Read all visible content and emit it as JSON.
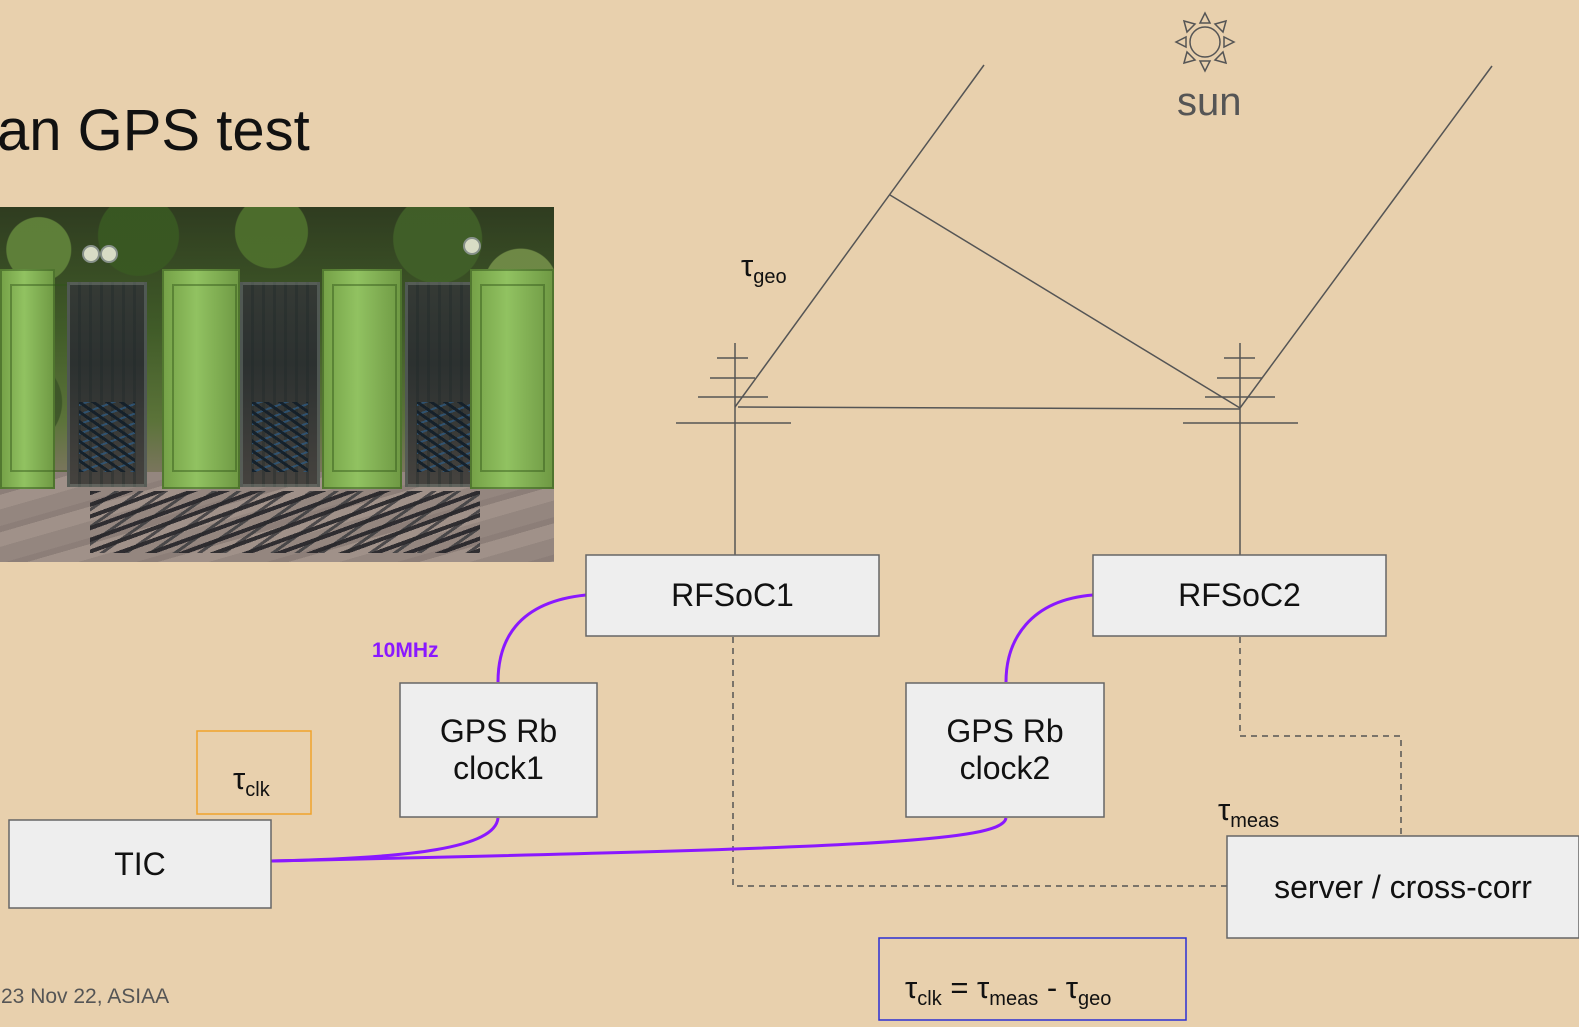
{
  "header": {
    "title": "an GPS test"
  },
  "footer": {
    "text": "23 Nov 22, ASIAA"
  },
  "diagram": {
    "sun": {
      "label": "sun",
      "icon": "sun-icon"
    },
    "tau_geo": {
      "symbol": "τ",
      "subscript": "geo"
    },
    "tau_clk": {
      "symbol": "τ",
      "subscript": "clk"
    },
    "tau_meas": {
      "symbol": "τ",
      "subscript": "meas"
    },
    "nodes": {
      "rfsoc1": "RFSoC1",
      "rfsoc2": "RFSoC2",
      "gps_clock1": "GPS Rb\nclock1",
      "gps_clock2": "GPS Rb\nclock2",
      "tic": "TIC",
      "server": "server / cross-corr"
    },
    "rate_label": "10MHz",
    "equation": {
      "left_symbol": "τ",
      "left_sub": "clk",
      "equals": " = ",
      "meas_symbol": "τ",
      "meas_sub": "meas",
      "minus": " - ",
      "geo_symbol": "τ",
      "geo_sub": "geo"
    },
    "colors": {
      "background": "#e8d0ad",
      "box_fill": "#eeeeee",
      "purple": "#8a18ff",
      "orange": "#f0a22b",
      "blue": "#2b2fd4",
      "gray": "#555555"
    }
  }
}
